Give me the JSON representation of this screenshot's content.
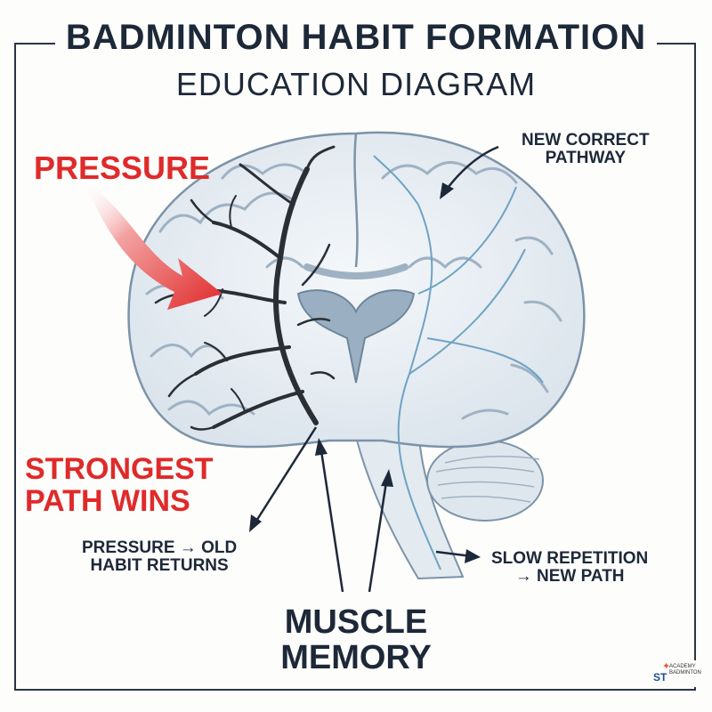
{
  "title": "BADMINTON HABIT FORMATION",
  "subtitle": "EDUCATION DIAGRAM",
  "labels": {
    "pressure": "PRESSURE",
    "strongest_line1": "STRONGEST",
    "strongest_line2": "PATH WINS",
    "new_path_line1": "NEW CORRECT",
    "new_path_line2": "PATHWAY",
    "old_habit_line1": "PRESSURE → OLD",
    "old_habit_line2": "HABIT RETURNS",
    "slow_rep_line1": "SLOW REPETITION",
    "slow_rep_line2": "→ NEW PATH",
    "muscle_line1": "MUSCLE",
    "muscle_line2": "MEMORY"
  },
  "logo": {
    "mark": "✦",
    "brand": "ST",
    "line1": "ACADEMY",
    "line2": "BADMINTON"
  },
  "colors": {
    "accent_red": "#e02a2a",
    "ink": "#1d2838",
    "brain_outline": "#7c93a8",
    "brain_fill": "#e8eef3",
    "old_pathway": "#2a2f36",
    "new_pathway": "#6fa3c4"
  }
}
